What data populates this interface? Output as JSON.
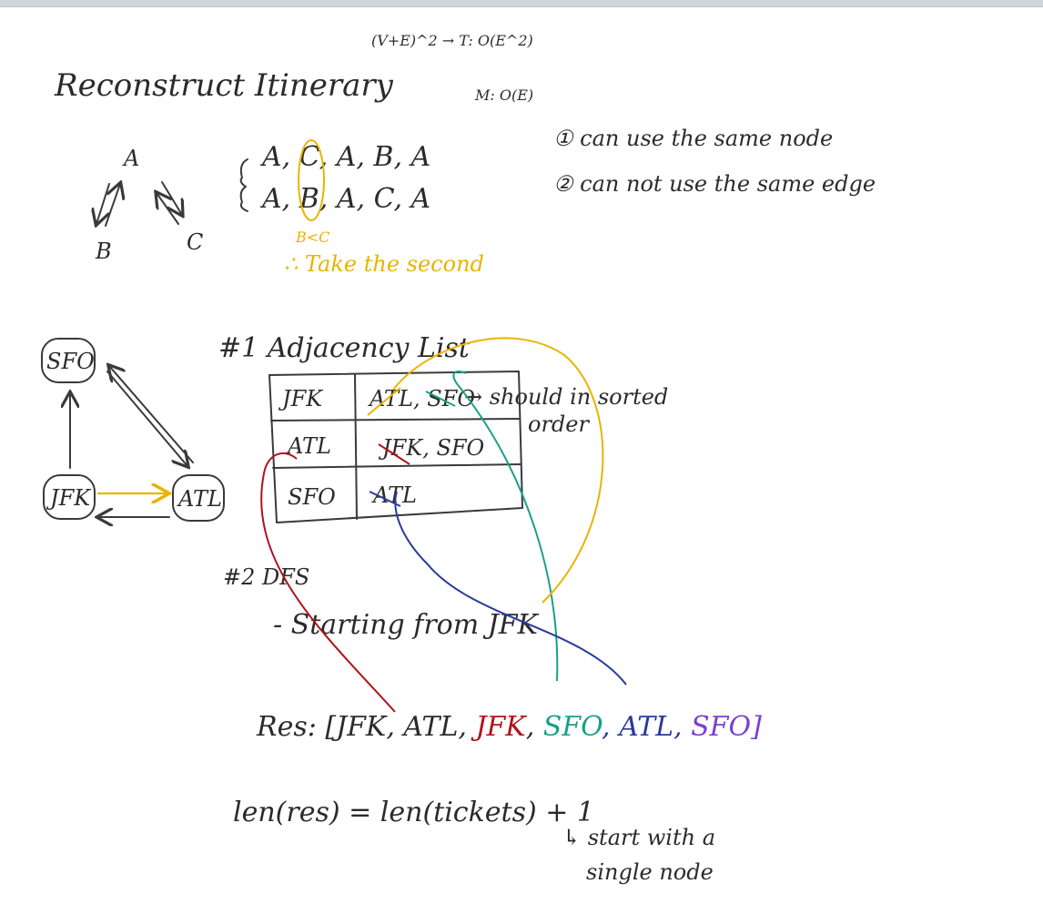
{
  "colors": {
    "ink": "#2b2b2b",
    "yellow": "#e8b400",
    "red": "#b0121b",
    "green": "#1aa086",
    "blue": "#2a3a9a",
    "purple": "#7a3fd1"
  },
  "title": "Reconstruct Itinerary",
  "complexity_time": "(V+E)^2 → T: O(E^2)",
  "complexity_space": "M: O(E)",
  "example": {
    "node_a": "A",
    "node_b": "B",
    "node_c": "C",
    "path1": "A, C, A, B, A",
    "path2": "A, B, A, C, A",
    "compare": "B<C",
    "conclusion": "∴ Take the second"
  },
  "rules": {
    "rule1": "① can use the same node",
    "rule2": "② can not use the same edge"
  },
  "graph": {
    "sfo": "SFO",
    "jfk": "JFK",
    "atl": "ATL"
  },
  "step1": {
    "heading": "#1 Adjacency List",
    "rows": [
      {
        "key": "JFK",
        "value": "ATL, SFO"
      },
      {
        "key": "ATL",
        "value": "JFK, SFO"
      },
      {
        "key": "SFO",
        "value": "ATL"
      }
    ],
    "note_line1": "→ should in sorted",
    "note_line2": "order"
  },
  "step2": {
    "heading": "#2 DFS",
    "sub": "- Starting from JFK"
  },
  "result": {
    "prefix": "Res: [JFK, ATL, ",
    "jfk": "JFK",
    "sep1": ", ",
    "sfo": "SFO",
    "sep2": ", ATL, ",
    "sfo2": "SFO",
    "close": "]"
  },
  "formula": "len(res) = len(tickets) + 1",
  "formula_note_line1": "↳ start with a",
  "formula_note_line2": "single node"
}
